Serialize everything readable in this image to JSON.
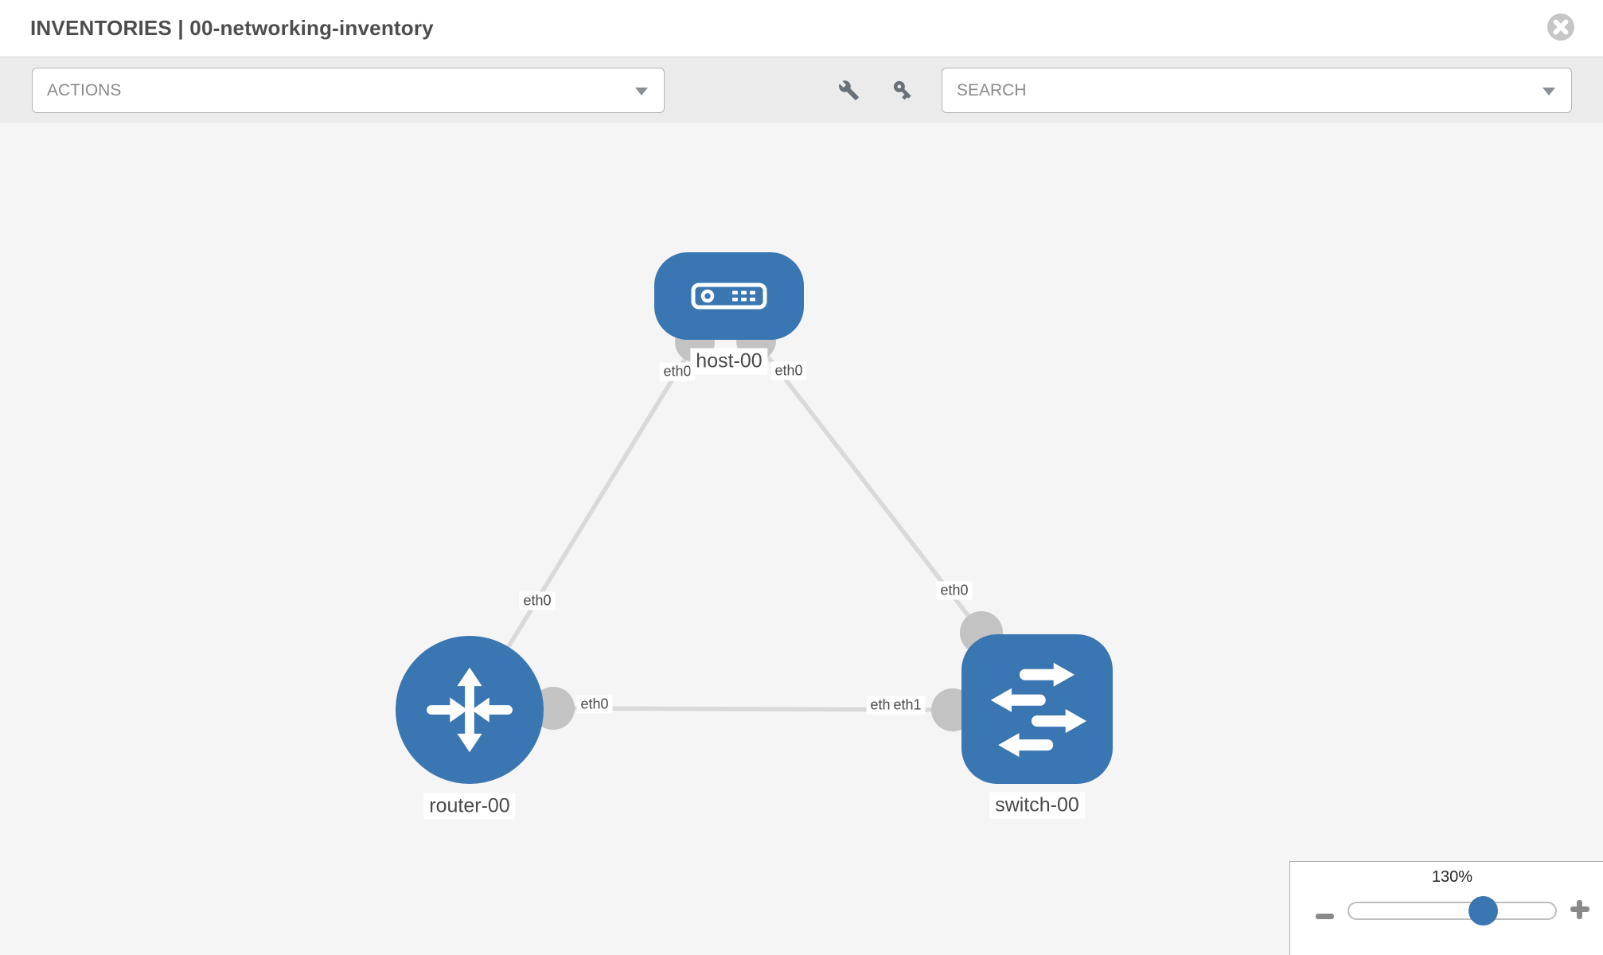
{
  "window": {
    "title": "INVENTORIES | 00-networking-inventory"
  },
  "toolbar": {
    "actions_dropdown": {
      "label": "ACTIONS"
    },
    "search_dropdown": {
      "placeholder": "SEARCH"
    },
    "icons": [
      "wrench-icon",
      "key-icon"
    ]
  },
  "topology": {
    "nodes": [
      {
        "name": "host-00",
        "type": "host",
        "icon": "host-icon"
      },
      {
        "name": "router-00",
        "type": "router",
        "icon": "router-icon"
      },
      {
        "name": "switch-00",
        "type": "switch",
        "icon": "switch-icon"
      }
    ],
    "links": [
      {
        "source": "host-00",
        "source_interface": "eth0",
        "target": "router-00",
        "target_interface": "eth0"
      },
      {
        "source": "host-00",
        "source_interface": "eth0",
        "target": "switch-00",
        "target_interface": "eth0"
      },
      {
        "source": "router-00",
        "source_interface": "eth0",
        "target": "switch-00",
        "target_interface": "eth1",
        "occluded_label": "eth0"
      }
    ]
  },
  "zoom_control": {
    "level": "130%",
    "slider_percent": 65
  },
  "colors": {
    "node_blue": "#3a76b1",
    "link_gray": "#d9d9d9",
    "port_gray": "#c3c3c3",
    "toolbar_bg": "#ebebeb",
    "canvas_bg": "#f5f5f5",
    "text_gray": "#4a4a4a"
  }
}
